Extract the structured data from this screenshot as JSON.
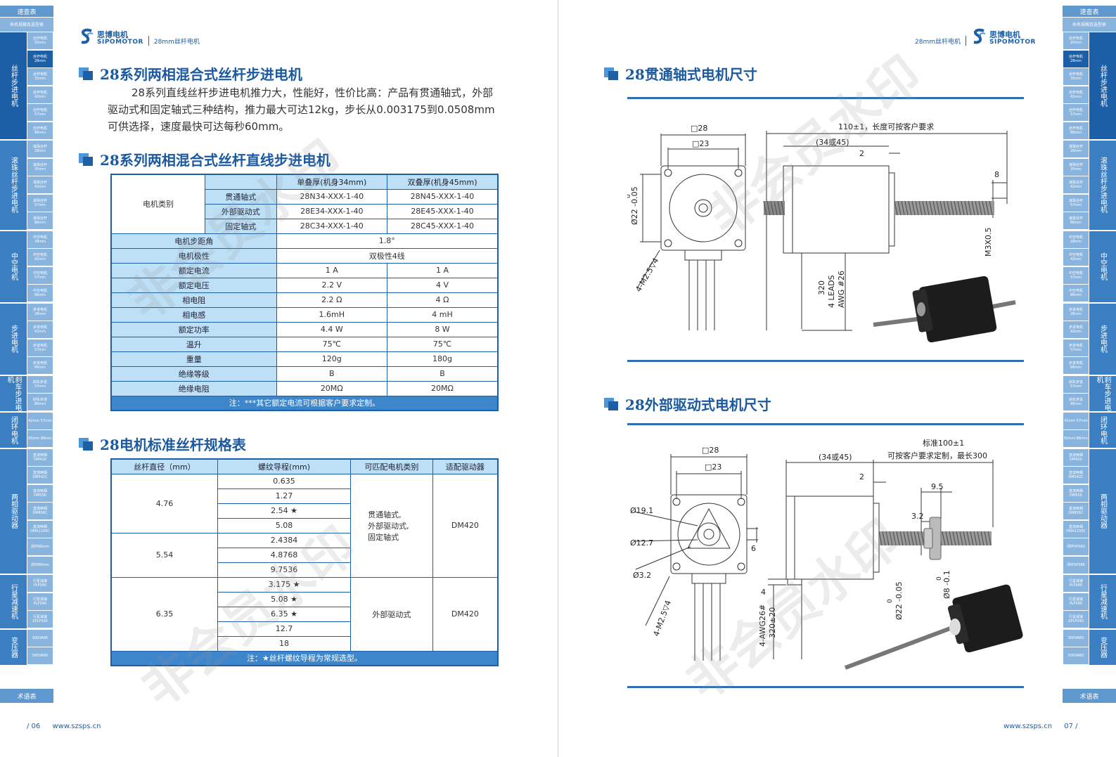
{
  "left_strip": {
    "top1": "速查表",
    "top2": "命名规格及选型表",
    "sections": [
      {
        "label": "丝杆步进电机",
        "active": true,
        "subs": [
          "丝杆电机20mm",
          "丝杆电机28mm",
          "丝杆电机35mm",
          "丝杆电机42mm",
          "丝杆电机57mm",
          "丝杆电机86mm"
        ]
      },
      {
        "label": "滚珠丝杆步进电机",
        "subs": [
          "滚珠丝杆28mm",
          "滚珠丝杆35mm",
          "滚珠丝杆42mm",
          "滚珠丝杆57mm",
          "滚珠丝杆86mm"
        ]
      },
      {
        "label": "中空电机",
        "subs": [
          "中空电机28mm",
          "中空电机42mm",
          "中空电机57mm",
          "中空电机86mm"
        ]
      },
      {
        "label": "步进电机",
        "subs": [
          "步进电机28mm",
          "步进电机42mm",
          "步进电机57mm",
          "步进电机86mm"
        ]
      },
      {
        "label": "刹车步进电机",
        "subs": [
          "刹车步进57mm",
          "刹车步进86mm"
        ]
      },
      {
        "label": "闭环电机",
        "subs": [
          "42mm 57mm",
          "60mm 86mm"
        ]
      },
      {
        "label": "两相驱动器",
        "subs": [
          "直流两相DM420",
          "直流两相DM542C",
          "直流两相DM556",
          "直流两相DM856C",
          "直流两相DMA1100C",
          "闭环60mm",
          "闭环86mm"
        ]
      },
      {
        "label": "行星减速机",
        "subs": [
          "行星减速PLF060",
          "行星减速PLF090",
          "行星减速ZPLF090"
        ]
      },
      {
        "label": "变压器",
        "subs": [
          "300VA60",
          "500VA60"
        ]
      }
    ],
    "bottom": "术语表"
  },
  "right_strip": {
    "top1": "速查表",
    "top2": "命名规格及选型表",
    "sections": [
      {
        "label": "丝杆步进电机",
        "active": true,
        "subs": [
          "丝杆电机20mm",
          "丝杆电机28mm",
          "丝杆电机35mm",
          "丝杆电机42mm",
          "丝杆电机57mm",
          "丝杆电机86mm"
        ]
      },
      {
        "label": "滚珠丝杆步进电机",
        "subs": [
          "滚珠丝杆28mm",
          "滚珠丝杆35mm",
          "滚珠丝杆42mm",
          "滚珠丝杆57mm",
          "滚珠丝杆86mm"
        ]
      },
      {
        "label": "中空电机",
        "subs": [
          "中空电机28mm",
          "中空电机42mm",
          "中空电机57mm",
          "中空电机86mm"
        ]
      },
      {
        "label": "步进电机",
        "subs": [
          "步进电机28mm",
          "步进电机42mm",
          "步进电机57mm",
          "步进电机86mm"
        ]
      },
      {
        "label": "刹车步进电机",
        "subs": [
          "刹车步进57mm",
          "刹车步进86mm"
        ]
      },
      {
        "label": "闭环电机",
        "subs": [
          "42mm 57mm",
          "60mm 86mm"
        ]
      },
      {
        "label": "两相驱动器",
        "subs": [
          "直流两相DM420",
          "直流两相DM542C",
          "直流两相DM556",
          "直流两相DM856C",
          "直流两相DMA1100C",
          "闭环SPS60",
          "闭环SPS86"
        ]
      },
      {
        "label": "行星减速机",
        "subs": [
          "行星减速PLF060",
          "行星减速PLF090",
          "行星减速ZPLF090"
        ]
      },
      {
        "label": "变压器",
        "subs": [
          "300VA60",
          "500VA60"
        ]
      }
    ],
    "bottom": "术语表"
  },
  "logo": {
    "cn": "思博电机",
    "en": "SIPOMOTOR",
    "tag": "28mm丝杆电机"
  },
  "left": {
    "h1": "28系列两相混合式丝杆步进电机",
    "intro": "28系列直线丝杆步进电机推力大，性能好，性价比高：产品有贯通轴式，外部驱动式和固定轴式三种结构，推力最大可达12kg，步长从0.003175到0.0508mm可供选择，速度最快可达每秒60mm。",
    "h2": "28系列两相混合式丝杆直线步进电机",
    "spec": {
      "head": [
        "单叠厚(机身34mm)",
        "双叠厚(机身45mm)"
      ],
      "type_label": "电机类别",
      "types": [
        [
          "贯通轴式",
          "28N34-XXX-1-40",
          "28N45-XXX-1-40"
        ],
        [
          "外部驱动式",
          "28E34-XXX-1-40",
          "28E45-XXX-1-40"
        ],
        [
          "固定轴式",
          "28C34-XXX-1-40",
          "28C45-XXX-1-40"
        ]
      ],
      "step_label": "电机步距角",
      "step": "1.8°",
      "pole_label": "电机极性",
      "pole": "双极性4线",
      "rows": [
        [
          "额定电流",
          "1 A",
          "1 A"
        ],
        [
          "额定电压",
          "2.2 V",
          "4 V"
        ],
        [
          "相电阻",
          "2.2 Ω",
          "4 Ω"
        ],
        [
          "相电感",
          "1.6mH",
          "4 mH"
        ],
        [
          "额定功率",
          "4.4 W",
          "8 W"
        ],
        [
          "温升",
          "75℃",
          "75℃"
        ],
        [
          "重量",
          "120g",
          "180g"
        ],
        [
          "绝缘等级",
          "B",
          "B"
        ],
        [
          "绝缘电阻",
          "20MΩ",
          "20MΩ"
        ]
      ],
      "note": "注：***其它额定电流可根据客户要求定制。"
    },
    "h3": "28电机标准丝杆规格表",
    "screw": {
      "head": [
        "丝杆直径（mm）",
        "螺纹导程(mm)",
        "可匹配电机类别",
        "适配驱动器"
      ],
      "groups": [
        {
          "dia": "4.76",
          "leads": [
            "0.635",
            "1.27",
            "2.54  ★",
            "5.08"
          ]
        },
        {
          "dia": "5.54",
          "leads": [
            "2.4384",
            "4.8768",
            "9.7536"
          ]
        },
        {
          "dia": "6.35",
          "leads": [
            "3.175  ★",
            "5.08  ★",
            "6.35  ★",
            "12.7",
            "18"
          ]
        }
      ],
      "type1": "贯通轴式,\n外部驱动式,\n固定轴式",
      "drv1": "DM420",
      "type2": "外部驱动式",
      "drv2": "DM420",
      "note": "注：★丝杆螺纹导程为常规选型。"
    },
    "page_no": "/ 06",
    "site": "www.szsps.cn"
  },
  "right": {
    "h1": "28贯通轴式电机尺寸",
    "h2": "28外部驱动式电机尺寸",
    "d1": {
      "sq28": "□28",
      "sq23": "□23",
      "len": "110±1，长度可按客户要求",
      "l2": "(34或45)",
      "two": "2",
      "eight": "8",
      "phi": "Ø22 -0.05",
      "zero": "0",
      "m25": "4-M2.5▽4",
      "m3": "M3X0.5",
      "leads": "320",
      "leads2": "4 LEADS",
      "awg": "AWG #26"
    },
    "d2": {
      "sq28": "□28",
      "sq23": "□23",
      "std": "标准100±1",
      "custom": "可按客户要求定制，最长300",
      "l2": "(34或45)",
      "two": "2",
      "n95": "9.5",
      "n32": "3.2",
      "p191": "Ø19.1",
      "p127": "Ø12.7",
      "p32": "Ø3.2",
      "six": "6",
      "four": "4",
      "phi22": "Ø22 -0.05",
      "zero": "0",
      "phi8": "Ø8 -0.1",
      "zero2": "0",
      "m25": "4-M2.5▽4",
      "awg": "4-AWG26#",
      "len": "320±20"
    },
    "page_no": "07 /",
    "site": "www.szsps.cn"
  },
  "watermark": "非会员水印"
}
